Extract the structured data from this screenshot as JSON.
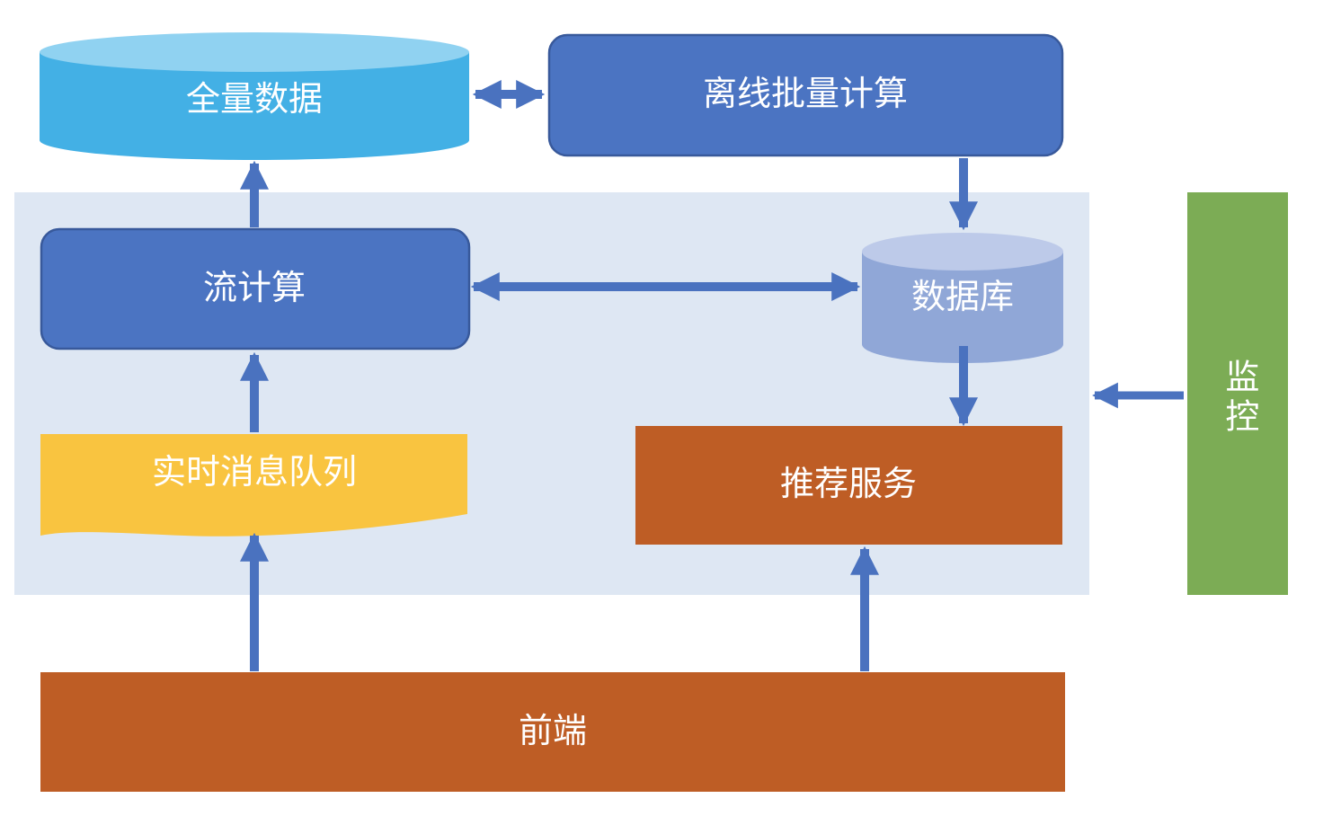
{
  "diagram": {
    "description": "Recommendation system architecture diagram",
    "nodes": {
      "full_data": {
        "label": "全量数据",
        "shape": "cylinder"
      },
      "offline_batch": {
        "label": "离线批量计算",
        "shape": "rounded-rect"
      },
      "stream_compute": {
        "label": "流计算",
        "shape": "rounded-rect"
      },
      "database": {
        "label": "数据库",
        "shape": "cylinder"
      },
      "realtime_queue": {
        "label": "实时消息队列",
        "shape": "wave-document"
      },
      "recommend_service": {
        "label": "推荐服务",
        "shape": "rect"
      },
      "frontend": {
        "label": "前端",
        "shape": "rect"
      },
      "monitoring": {
        "label": "监控",
        "shape": "vertical-bar"
      }
    },
    "edges": [
      {
        "from": "full_data",
        "to": "offline_batch",
        "direction": "bidirectional"
      },
      {
        "from": "offline_batch",
        "to": "database",
        "direction": "one-way"
      },
      {
        "from": "stream_compute",
        "to": "full_data",
        "direction": "one-way"
      },
      {
        "from": "stream_compute",
        "to": "database",
        "direction": "bidirectional"
      },
      {
        "from": "realtime_queue",
        "to": "stream_compute",
        "direction": "one-way"
      },
      {
        "from": "database",
        "to": "recommend_service",
        "direction": "one-way"
      },
      {
        "from": "frontend",
        "to": "realtime_queue",
        "direction": "one-way"
      },
      {
        "from": "frontend",
        "to": "recommend_service",
        "direction": "one-way"
      },
      {
        "from": "monitoring",
        "to": "realtime-zone-panel",
        "direction": "one-way"
      }
    ],
    "colors": {
      "panel": "#dee7f3",
      "arrow": "#4a72bf",
      "box_blue": "#4b74c2",
      "box_blue_border": "#38599b",
      "cylinder_sky": "#43b0e5",
      "cylinder_sky_top": "#90d2f1",
      "cylinder_periwinkle": "#90a7d7",
      "cylinder_periwinkle_top": "#bdcae9",
      "queue_yellow": "#f9c440",
      "service_orange": "#be5d25",
      "monitor_green": "#7cac55",
      "text": "#ffffff"
    }
  }
}
